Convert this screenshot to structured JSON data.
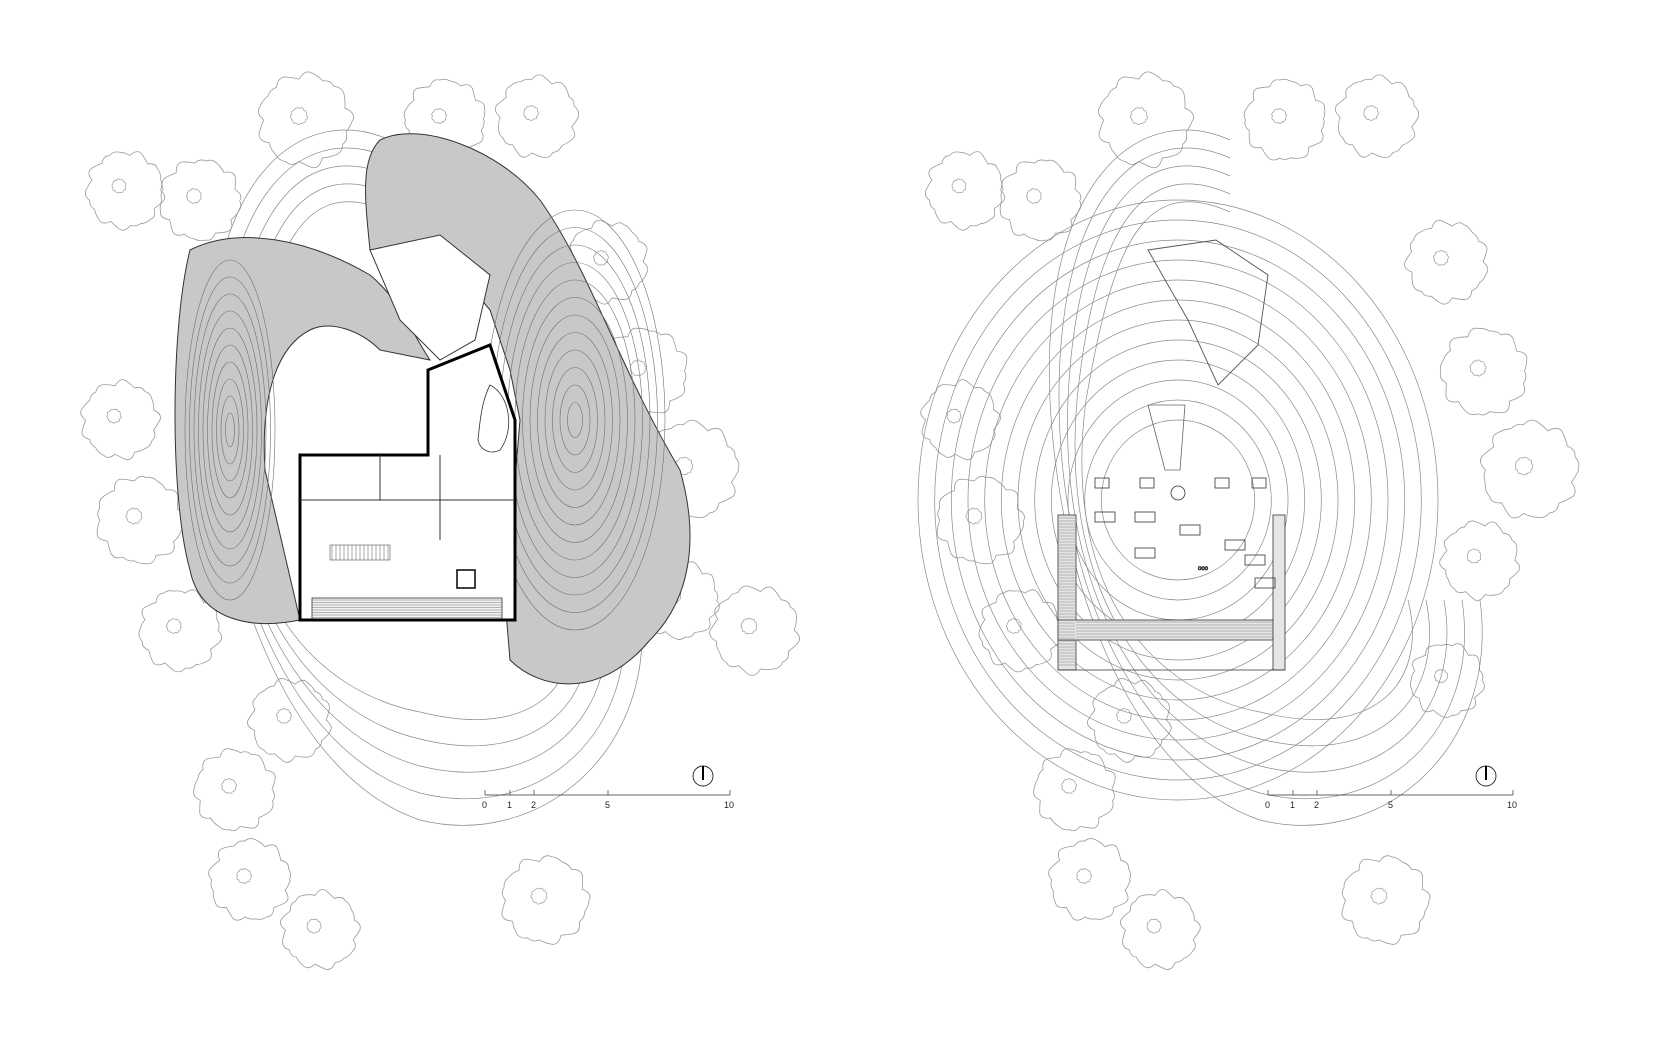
{
  "colors": {
    "ink": "#111111",
    "thin_line": "#8a8a8a",
    "tree_line": "#9a9a9a",
    "shade_fill": "#c8c8c8",
    "paper": "#ffffff"
  },
  "plans": [
    {
      "id": "ground-floor-plan",
      "shaded_terrain": true,
      "scale_bar": {
        "ticks": [
          "0",
          "1",
          "2",
          "5",
          "10"
        ]
      },
      "north_symbol": "north-arrow-icon"
    },
    {
      "id": "roof-plan",
      "shaded_terrain": false,
      "scale_bar": {
        "ticks": [
          "0",
          "1",
          "2",
          "5",
          "10"
        ]
      },
      "north_symbol": "north-arrow-icon"
    }
  ]
}
